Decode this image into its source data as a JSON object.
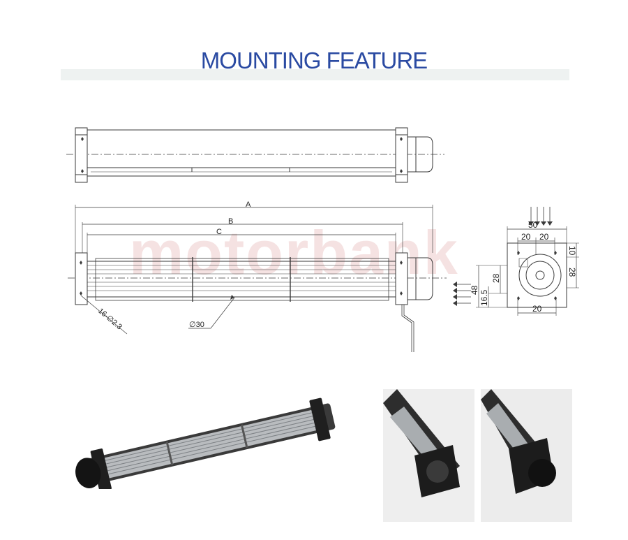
{
  "header": {
    "title": "MOUNTING FEATURE"
  },
  "watermark": {
    "text": "motorbank"
  },
  "drawing": {
    "front_view_labels": {
      "A": "A",
      "B": "B",
      "C": "C",
      "holes": "16-∅2.3",
      "diameter": "∅30"
    },
    "side_view_labels": {
      "width_50": "50",
      "top_20_left": "20",
      "top_20_right": "20",
      "right_10": "10",
      "right_28": "28",
      "left_48": "48",
      "left_28": "28",
      "left_16_5": "16.5",
      "bottom_20": "20"
    }
  },
  "colors": {
    "title": "#2a4aa2",
    "band": "#eef2f1",
    "line": "#3a3a3a",
    "watermark": "#f2dcdc"
  }
}
